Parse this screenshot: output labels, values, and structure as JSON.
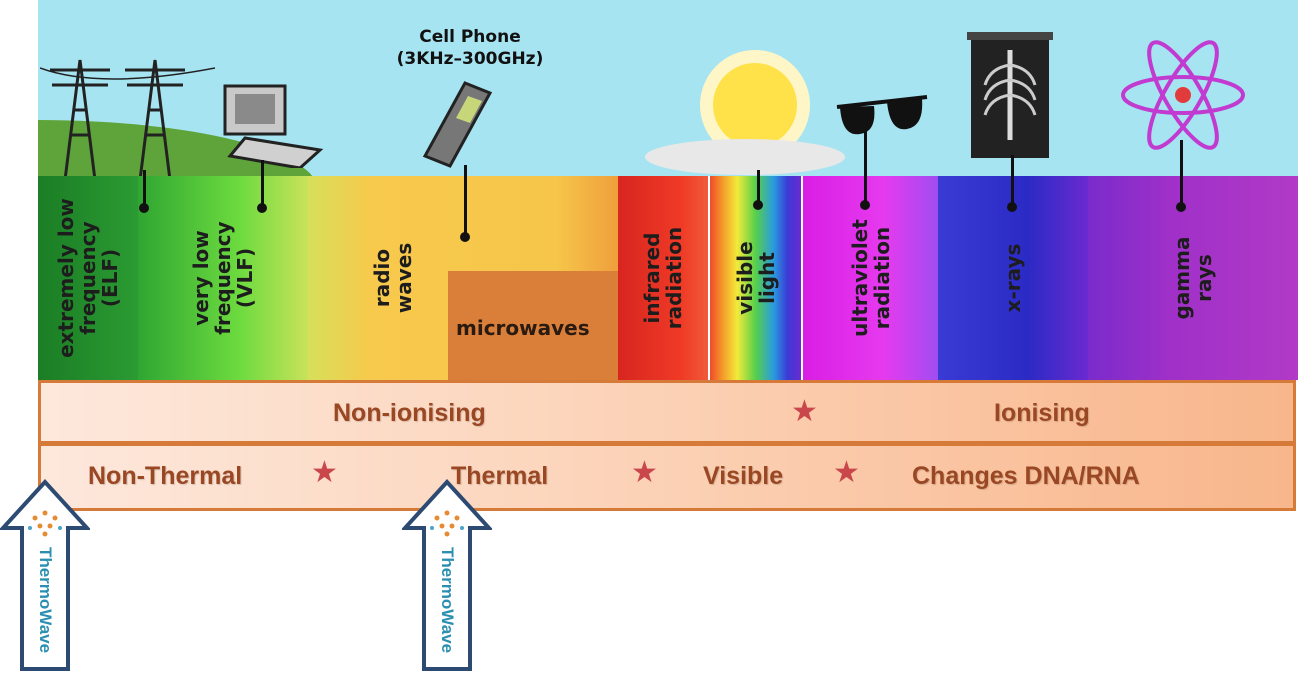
{
  "header": {
    "cell_phone_title": "Cell Phone\n(3KHz–300GHz)"
  },
  "bands": [
    {
      "label": "extremely low\nfrequency\n(ELF)",
      "color": "#1f8a2a"
    },
    {
      "label": "very low\nfrequency\n(VLF)",
      "color": "#49c83a"
    },
    {
      "label": "radio\nwaves",
      "color": "#f7c94c"
    },
    {
      "label": "microwaves",
      "color": "#d97f3a"
    },
    {
      "label": "infrared\nradiation",
      "color": "#e52b22"
    },
    {
      "label": "visible\nlight",
      "color": "#ffffff"
    },
    {
      "label": "ultraviolet\nradiation",
      "color": "#e023e8"
    },
    {
      "label": "x-rays",
      "color": "#2e2cc9"
    },
    {
      "label": "gamma\nrays",
      "color": "#9b2fc6"
    }
  ],
  "classification": {
    "top": {
      "non_ionising": "Non-ionising",
      "ionising": "Ionising"
    },
    "bottom": {
      "non_thermal": "Non-Thermal",
      "thermal": "Thermal",
      "visible": "Visible",
      "changes": "Changes DNA/RNA"
    }
  },
  "arrows": [
    {
      "brand": "ThermoWave"
    },
    {
      "brand": "ThermoWave"
    }
  ],
  "icons": [
    "power-tower-icon",
    "computer-icon",
    "cell-phone-icon",
    "sun-icon",
    "sunglasses-icon",
    "xray-icon",
    "atom-icon"
  ]
}
